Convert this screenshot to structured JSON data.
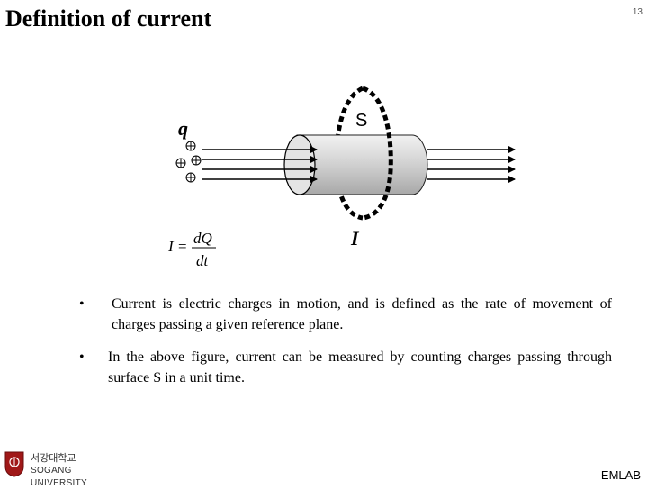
{
  "slide": {
    "title": "Definition of current",
    "page_number": "13",
    "footer_label": "EMLAB"
  },
  "figure": {
    "charge_label": "q",
    "surface_label": "S",
    "current_label": "I",
    "formula": {
      "lhs": "I =",
      "numerator": "dQ",
      "denominator": "dt"
    }
  },
  "bullets": [
    {
      "marker": "•",
      "text": "Current is electric charges in motion, and is defined as the rate of movement of charges passing a given reference plane."
    },
    {
      "marker": "•",
      "text": "In the above figure, current can be measured by counting charges passing through surface S in a unit time."
    }
  ],
  "logo": {
    "korean": "서강대학교",
    "english": "SOGANG UNIVERSITY"
  }
}
